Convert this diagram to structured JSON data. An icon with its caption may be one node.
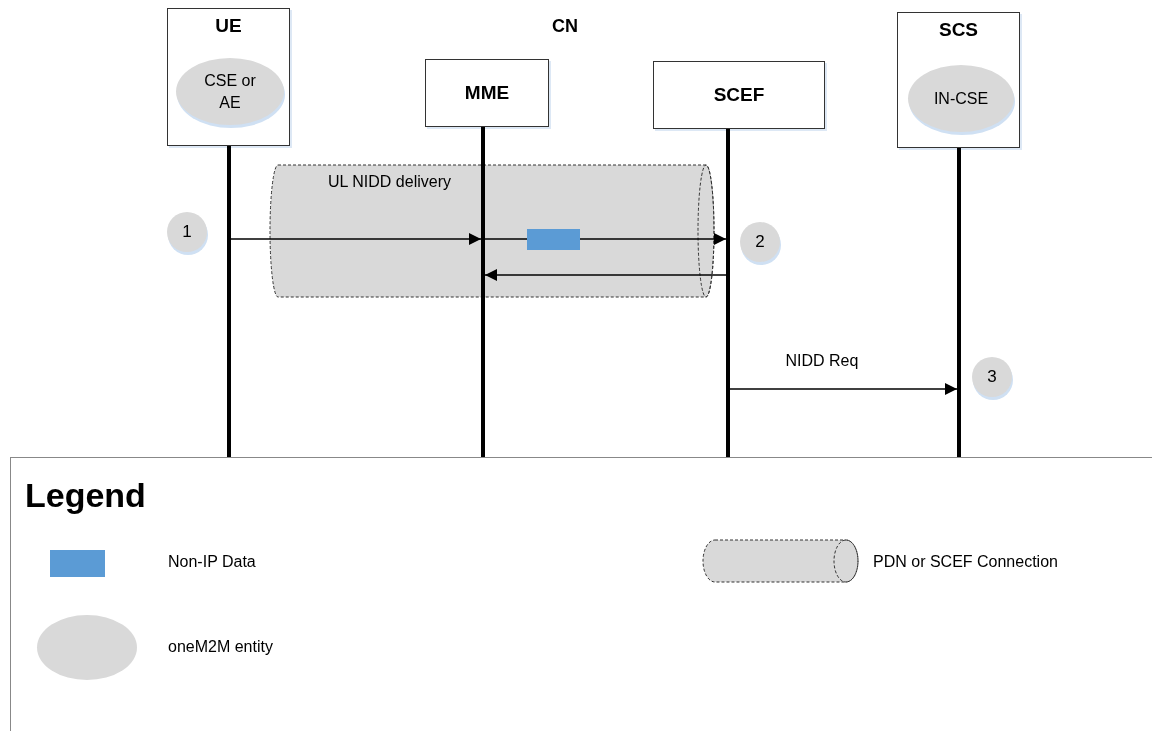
{
  "diagram": {
    "nodes": [
      {
        "text": [
          "UE"
        ]
      },
      {
        "text": [
          "CSE or AE"
        ],
        "in": 0
      },
      {
        "text": [
          "MME"
        ]
      },
      {
        "text": [
          "SCEF"
        ]
      },
      {
        "text": [
          "SCS"
        ]
      },
      {
        "text": [
          "IN-CSE"
        ],
        "in": 4
      },
      {
        "text": [
          "1"
        ]
      },
      {
        "text": [
          "2"
        ]
      },
      {
        "text": [
          "3"
        ]
      },
      {
        "text": [],
        "shape": "bar"
      },
      {
        "text": [],
        "shape": "bar"
      },
      {
        "text": [],
        "shape": "bar"
      },
      {
        "text": [],
        "shape": "bar"
      }
    ],
    "edges": [
      {
        "from": 9,
        "to": 10,
        "arrow": "to"
      },
      {
        "from": 10,
        "to": 11,
        "arrow": "to"
      },
      {
        "from": 11,
        "to": 10,
        "arrow": "to"
      },
      {
        "from": 11,
        "to": 12,
        "label": "NIDD Req",
        "arrow": "to"
      }
    ],
    "labels": [
      "CN",
      "UL NIDD delivery",
      "Legend"
    ],
    "legend": [
      {
        "text": "Non-IP Data",
        "color": "#5b9bd5"
      },
      {
        "text": "PDN or SCEF Connection"
      },
      {
        "text": "oneM2M entity"
      }
    ]
  }
}
